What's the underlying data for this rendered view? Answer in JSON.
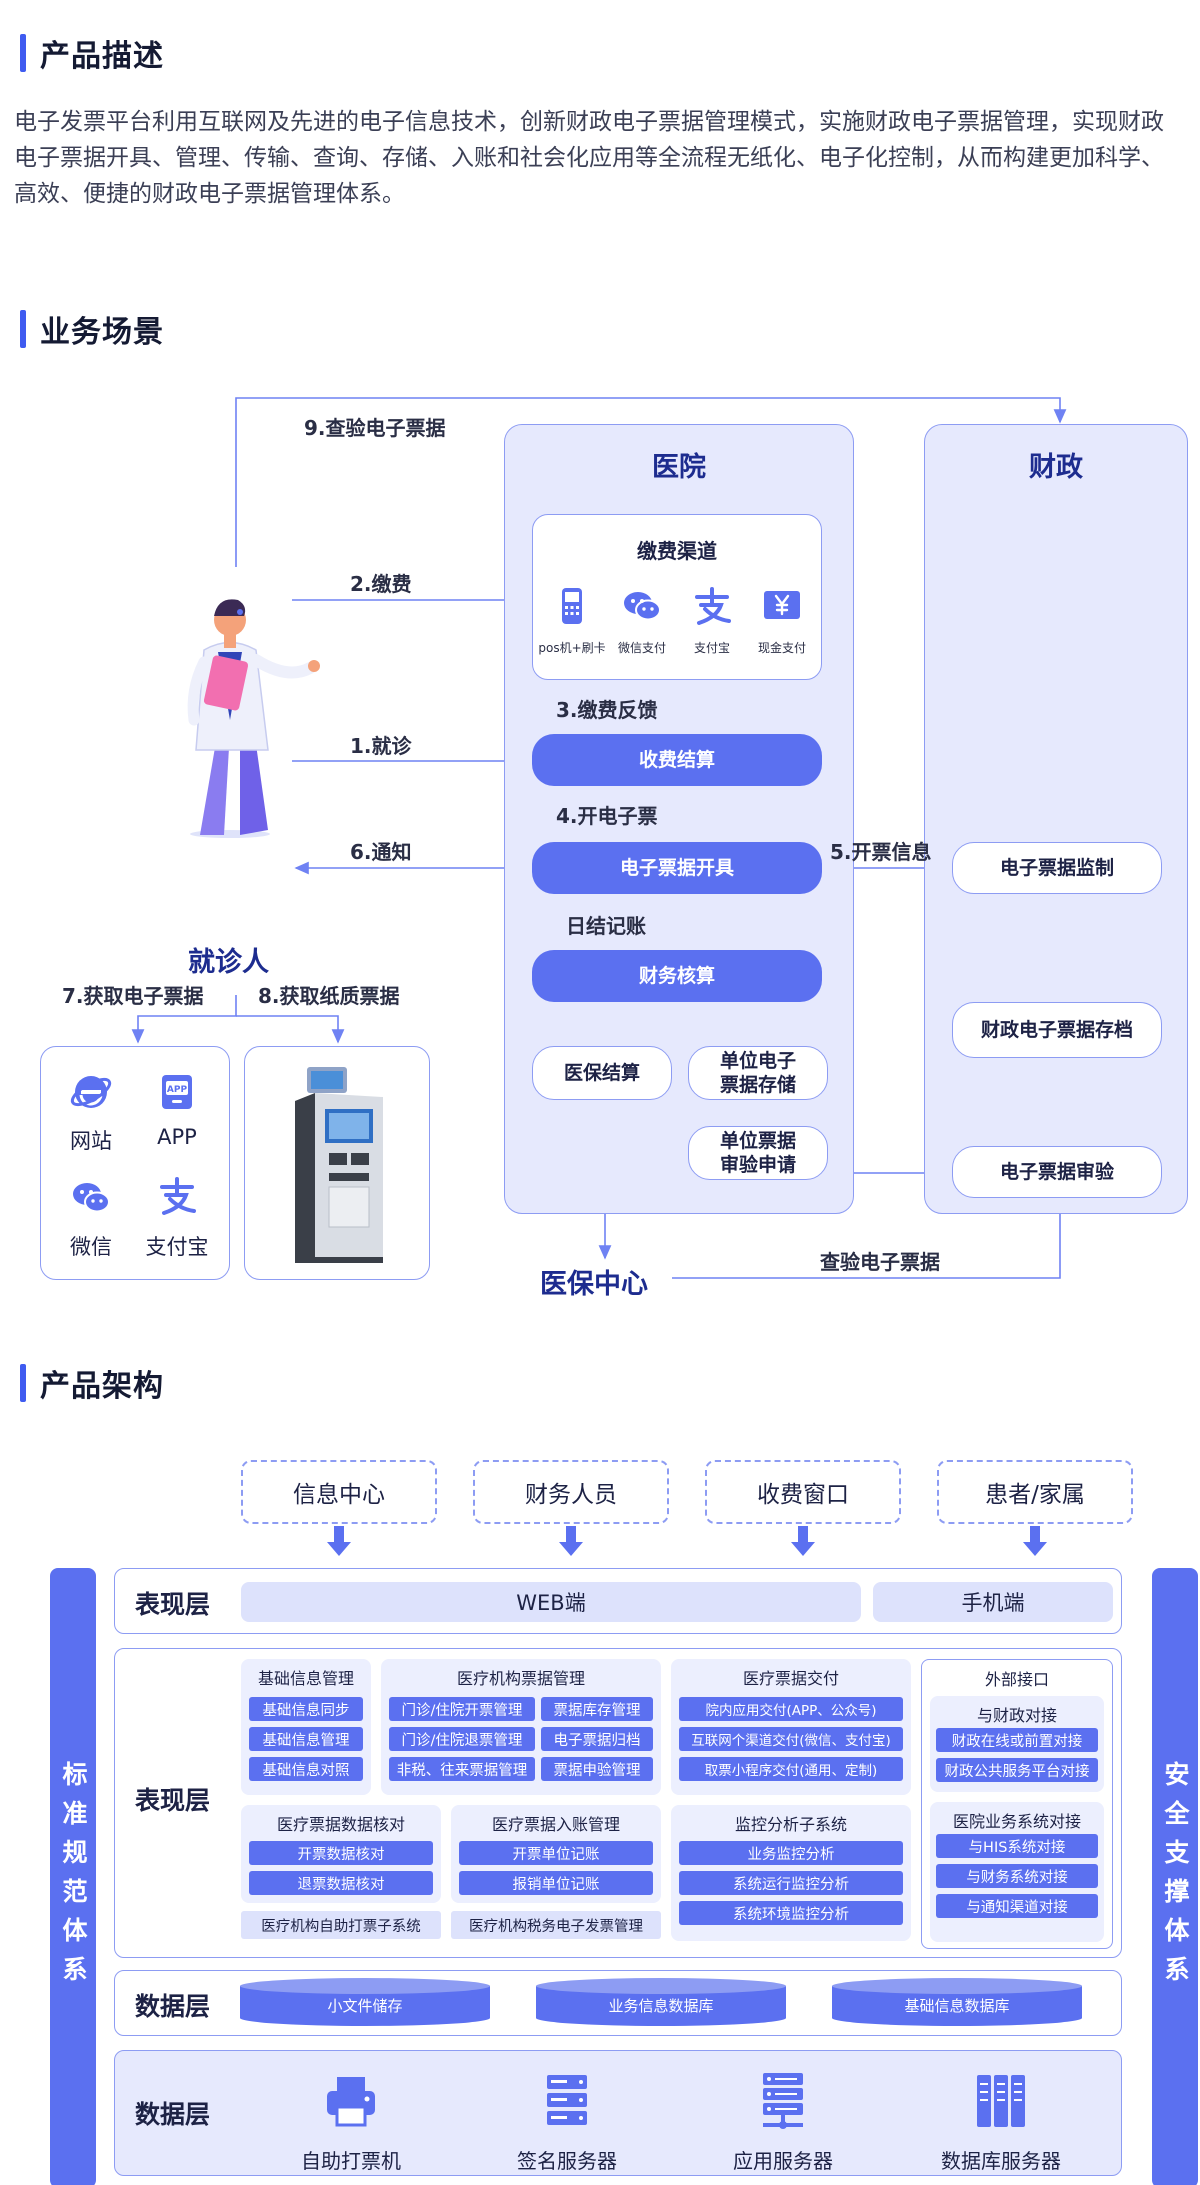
{
  "sections": {
    "description_title": "产品描述",
    "scene_title": "业务场景",
    "arch_title": "产品架构"
  },
  "description": "电子发票平台利用互联网及先进的电子信息技术，创新财政电子票据管理模式，实施财政电子票据管理，实现财政电子票据开具、管理、传输、查询、存储、入账和社会化应用等全流程无纸化、电子化控制，从而构建更加科学、高效、便捷的财政电子票据管理体系。",
  "scene": {
    "hospital_title": "医院",
    "finance_title": "财政",
    "patient_label": "就诊人",
    "medical_center_label": "医保中心",
    "payment_channel": {
      "title": "缴费渠道",
      "items": [
        {
          "label": "pos机+刷卡",
          "icon": "pos-terminal-icon"
        },
        {
          "label": "微信支付",
          "icon": "wechat-icon"
        },
        {
          "label": "支付宝",
          "icon": "alipay-icon"
        },
        {
          "label": "现金支付",
          "icon": "cash-yuan-icon"
        }
      ]
    },
    "hospital_boxes": {
      "charge": "收费结算",
      "invoice_issue": "电子票据开具",
      "accounting": "财务核算",
      "insurance_settle": "医保结算",
      "unit_storage": "单位电子\n票据存储",
      "unit_apply": "单位票据\n审验申请"
    },
    "finance_boxes": {
      "supervise": "电子票据监制",
      "archive": "财政电子票据存档",
      "verify": "电子票据审验"
    },
    "flow_labels": {
      "step1": "1.就诊",
      "step2": "2.缴费",
      "step3": "3.缴费反馈",
      "step4": "4.开电子票",
      "step5": "5.开票信息",
      "step6": "6.通知",
      "step7": "7.获取电子票据",
      "step8": "8.获取纸质票据",
      "step9": "9.查验电子票据",
      "daily": "日结记账",
      "check": "查验电子票据"
    },
    "channels": [
      {
        "label": "网站",
        "icon": "ie-browser-icon"
      },
      {
        "label": "APP",
        "icon": "app-icon"
      },
      {
        "label": "微信",
        "icon": "wechat-icon"
      },
      {
        "label": "支付宝",
        "icon": "alipay-icon"
      }
    ],
    "kiosk_icon": "self-service-kiosk-icon"
  },
  "architecture": {
    "users": [
      "信息中心",
      "财务人员",
      "收费窗口",
      "患者/家属"
    ],
    "left_side": "标准规范体系",
    "right_side": "安全支撑体系",
    "presentation_layer": {
      "name": "表现层",
      "web": "WEB端",
      "mobile": "手机端"
    },
    "business_layer": {
      "name": "表现层",
      "modules": {
        "basic": {
          "title": "基础信息管理",
          "items": [
            "基础信息同步",
            "基础信息管理",
            "基础信息对照"
          ]
        },
        "org_ticket": {
          "title": "医疗机构票据管理",
          "items": [
            "门诊/住院开票管理",
            "票据库存管理",
            "门诊/住院退票管理",
            "电子票据归档",
            "非税、往来票据管理",
            "票据申验管理"
          ]
        },
        "delivery": {
          "title": "医疗票据交付",
          "items": [
            "院内应用交付(APP、公众号)",
            "互联网个渠道交付(微信、支付宝)",
            "取票小程序交付(通用、定制)"
          ]
        },
        "external": {
          "title": "外部接口",
          "finance_title": "与财政对接",
          "finance_items": [
            "财政在线或前置对接",
            "财政公共服务平台对接"
          ],
          "hosp_title": "医院业务系统对接",
          "hosp_items": [
            "与HIS系统对接",
            "与财务系统对接",
            "与通知渠道对接"
          ]
        },
        "verify": {
          "title": "医疗票据数据核对",
          "items": [
            "开票数据核对",
            "退票数据核对"
          ]
        },
        "entry": {
          "title": "医疗票据入账管理",
          "items": [
            "开票单位记账",
            "报销单位记账"
          ]
        },
        "monitor": {
          "title": "监控分析子系统",
          "items": [
            "业务监控分析",
            "系统运行监控分析",
            "系统环境监控分析"
          ]
        },
        "self_print": "医疗机构自助打票子系统",
        "tax": "医疗机构税务电子发票管理"
      }
    },
    "data_layer": {
      "name": "数据层",
      "dbs": [
        "小文件储存",
        "业务信息数据库",
        "基础信息数据库"
      ]
    },
    "infra_layer": {
      "name": "数据层",
      "items": [
        {
          "label": "自助打票机",
          "icon": "printer-icon"
        },
        {
          "label": "签名服务器",
          "icon": "signature-server-icon"
        },
        {
          "label": "应用服务器",
          "icon": "app-server-icon"
        },
        {
          "label": "数据库服务器",
          "icon": "database-server-icon"
        }
      ]
    }
  },
  "colors": {
    "accent": "#3f5bf0",
    "primary": "#5b70f0",
    "panel": "#e6e9fd",
    "border": "#8d9cf3"
  }
}
